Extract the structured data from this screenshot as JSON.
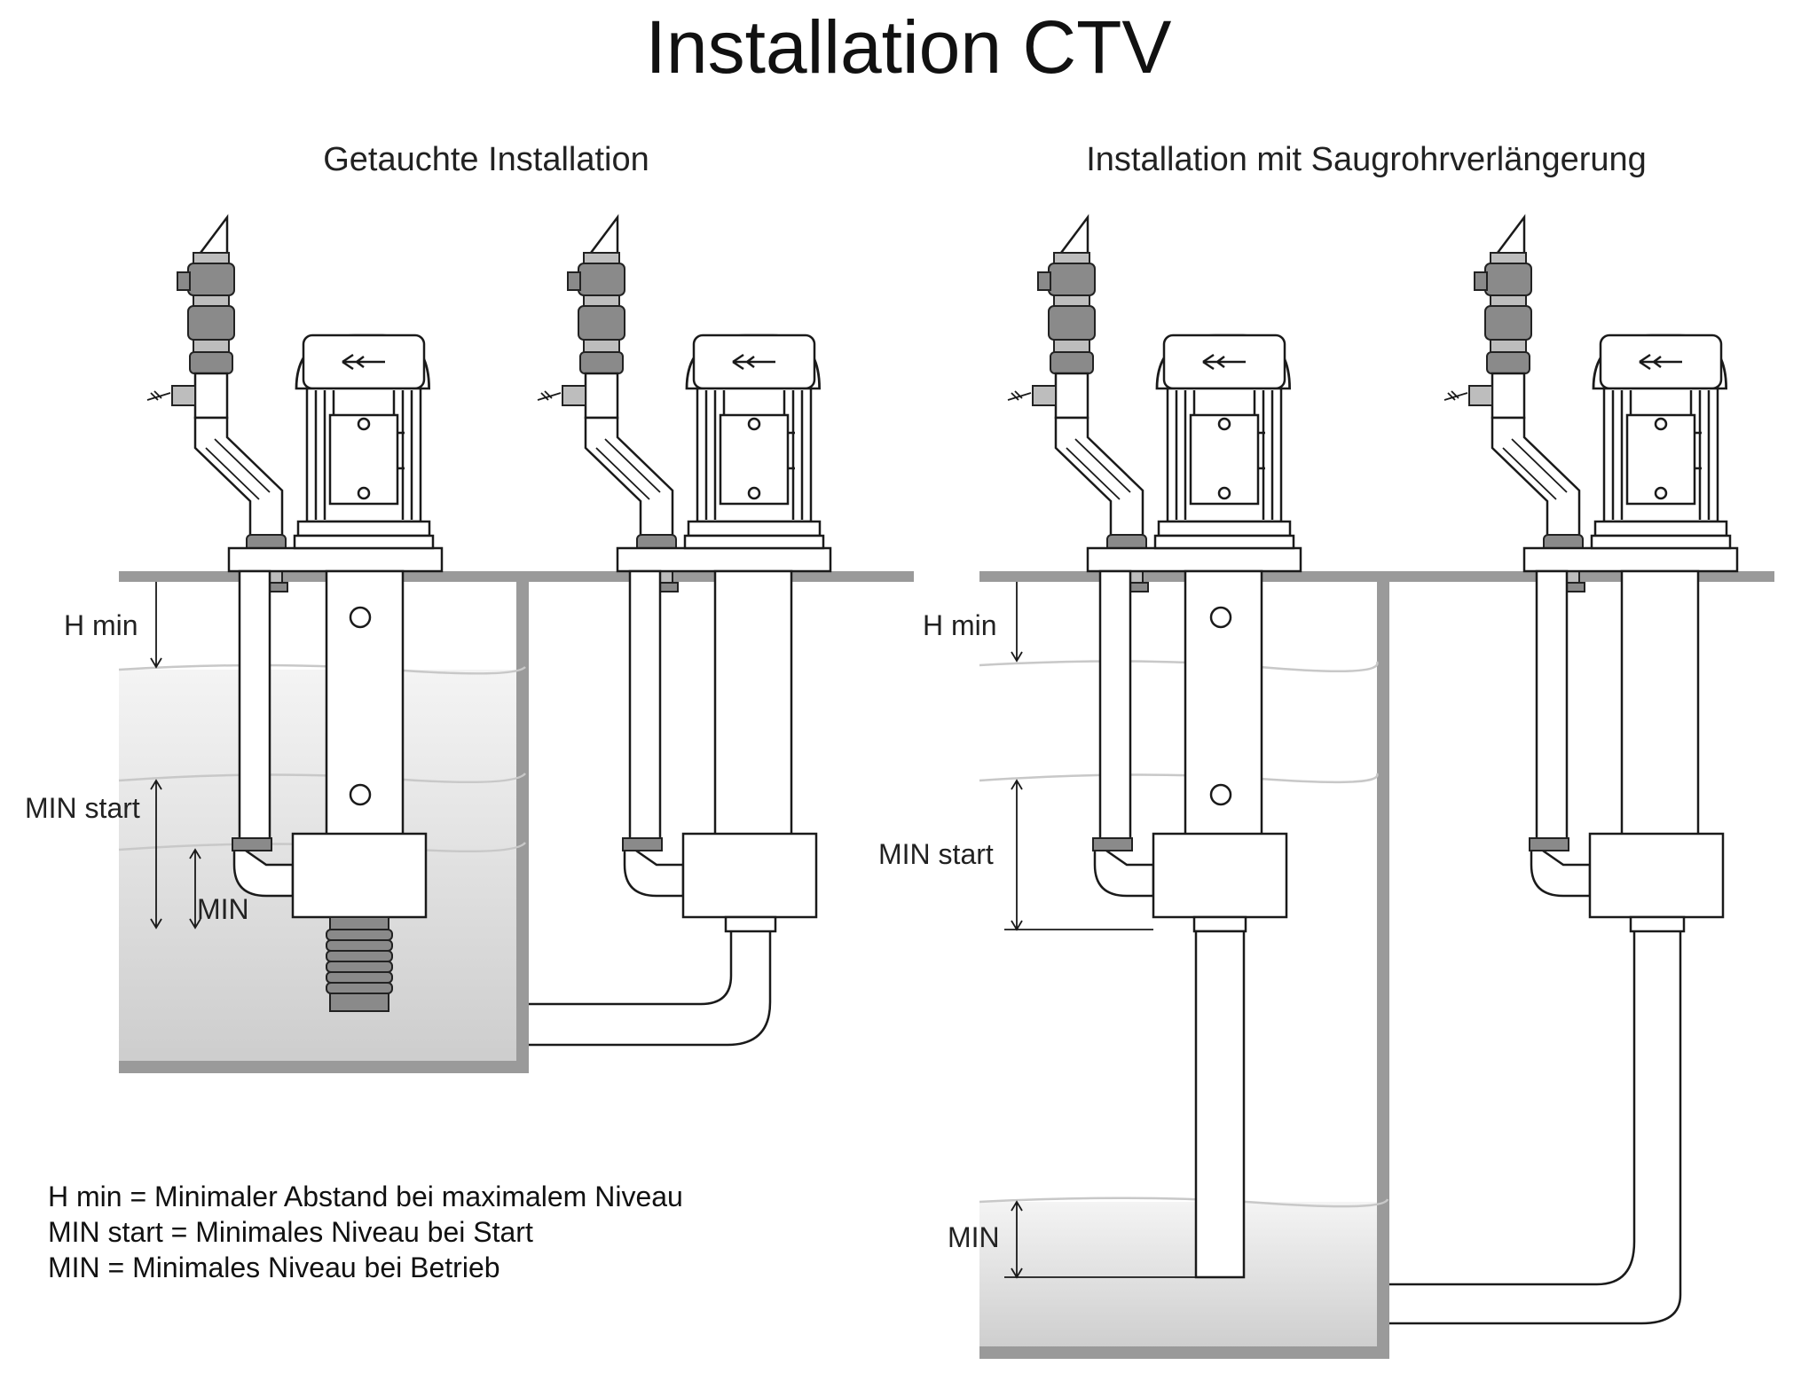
{
  "title": "Installation CTV",
  "sections": [
    {
      "subtitle": "Getauchte Installation"
    },
    {
      "subtitle": "Installation mit Saugrohrverlängerung"
    }
  ],
  "labels": {
    "left": {
      "h_min": "H min",
      "min_start": "MIN start",
      "min": "MIN"
    },
    "right": {
      "h_min": "H min",
      "min_start": "MIN start",
      "min": "MIN"
    }
  },
  "legend": [
    "H min = Minimaler Abstand bei maximalem Niveau",
    "MIN start = Minimales Niveau bei Start",
    "MIN = Minimales Niveau bei Betrieb"
  ],
  "colors": {
    "tank_floor": "#9a9a9a",
    "water_top": "#f3f3f3",
    "water_bottom": "#cfcfcf",
    "water_line": "#c8c8c8"
  }
}
